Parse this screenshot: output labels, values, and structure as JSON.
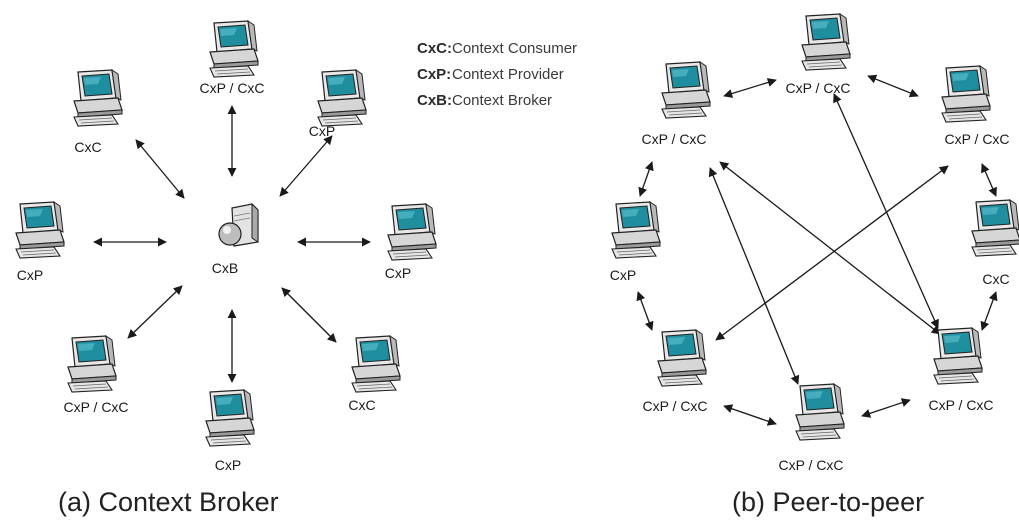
{
  "legend": [
    {
      "abbr": "CxC:",
      "text": "Context Consumer"
    },
    {
      "abbr": "CxP:",
      "text": "Context Provider"
    },
    {
      "abbr": "CxB:",
      "text": "Context Broker"
    }
  ],
  "captions": {
    "a": "(a) Context Broker",
    "b": "(b) Peer-to-peer"
  },
  "broker": {
    "label": "CxB",
    "nodes": [
      {
        "id": "top",
        "label": "CxP / CxC"
      },
      {
        "id": "top-left",
        "label": "CxC"
      },
      {
        "id": "top-right",
        "label": "CxP"
      },
      {
        "id": "left",
        "label": "CxP"
      },
      {
        "id": "right",
        "label": "CxP"
      },
      {
        "id": "bottom-left",
        "label": "CxP / CxC"
      },
      {
        "id": "bottom",
        "label": "CxP"
      },
      {
        "id": "bottom-right",
        "label": "CxC"
      }
    ]
  },
  "p2p": {
    "nodes": [
      {
        "id": "p-top-left",
        "label": "CxP / CxC"
      },
      {
        "id": "p-top",
        "label": "CxP / CxC"
      },
      {
        "id": "p-top-right",
        "label": "CxP / CxC"
      },
      {
        "id": "p-left",
        "label": "CxP"
      },
      {
        "id": "p-right",
        "label": "CxC"
      },
      {
        "id": "p-bottom-left",
        "label": "CxP / CxC"
      },
      {
        "id": "p-bottom",
        "label": "CxP / CxC"
      },
      {
        "id": "p-bottom-right",
        "label": "CxP / CxC"
      }
    ]
  },
  "colors": {
    "screen": "#1f8fa0",
    "body": "#e6e6e6",
    "outline": "#222222"
  },
  "icons": {
    "node": "desktop-computer-icon",
    "broker": "server-icon"
  }
}
